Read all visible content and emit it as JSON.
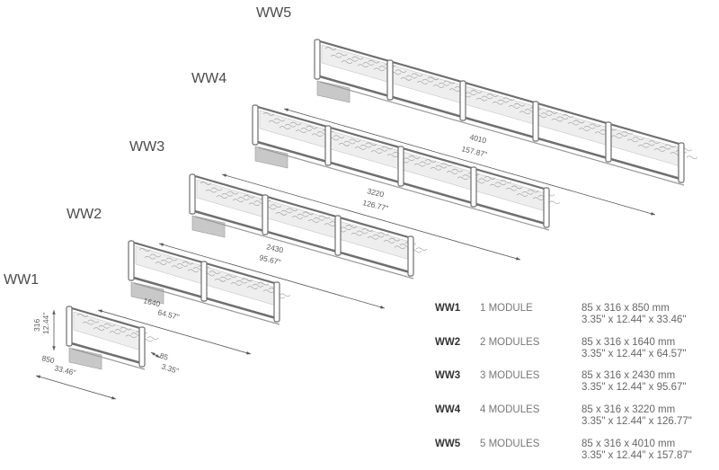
{
  "units": [
    {
      "label": "WW1",
      "length_mm": "850",
      "length_in": "33.46\"",
      "height_mm": "316",
      "height_in": "12.44\"",
      "depth_mm": "85",
      "depth_in": "3.35\""
    },
    {
      "label": "WW2",
      "length_mm": "1640",
      "length_in": "64.57\""
    },
    {
      "label": "WW3",
      "length_mm": "2430",
      "length_in": "95.67\""
    },
    {
      "label": "WW4",
      "length_mm": "3220",
      "length_in": "126.77\""
    },
    {
      "label": "WW5",
      "length_mm": "4010",
      "length_in": "157.87\""
    }
  ],
  "specs": [
    {
      "code": "WW1",
      "modules": "1 MODULE",
      "mm": "85 x 316 x 850 mm",
      "in": "3.35\" x 12.44\" x 33.46\""
    },
    {
      "code": "WW2",
      "modules": "2 MODULES",
      "mm": "85 x 316 x 1640 mm",
      "in": "3.35\" x 12.44\" x 64.57\""
    },
    {
      "code": "WW3",
      "modules": "3 MODULES",
      "mm": "85 x 316 x 2430 mm",
      "in": "3.35\" x 12.44\" x 95.67\""
    },
    {
      "code": "WW4",
      "modules": "4 MODULES",
      "mm": "85 x 316 x 3220 mm",
      "in": "3.35\" x 12.44\" x 126.77\""
    },
    {
      "code": "WW5",
      "modules": "5 MODULES",
      "mm": "85 x 316 x 4010 mm",
      "in": "3.35\" x 12.44\" x 157.87\""
    }
  ],
  "colors": {
    "frame": "#6f6f6f",
    "base": "#c8c8c8",
    "glass": "#eeeeee",
    "text": "#4a4a4a"
  }
}
